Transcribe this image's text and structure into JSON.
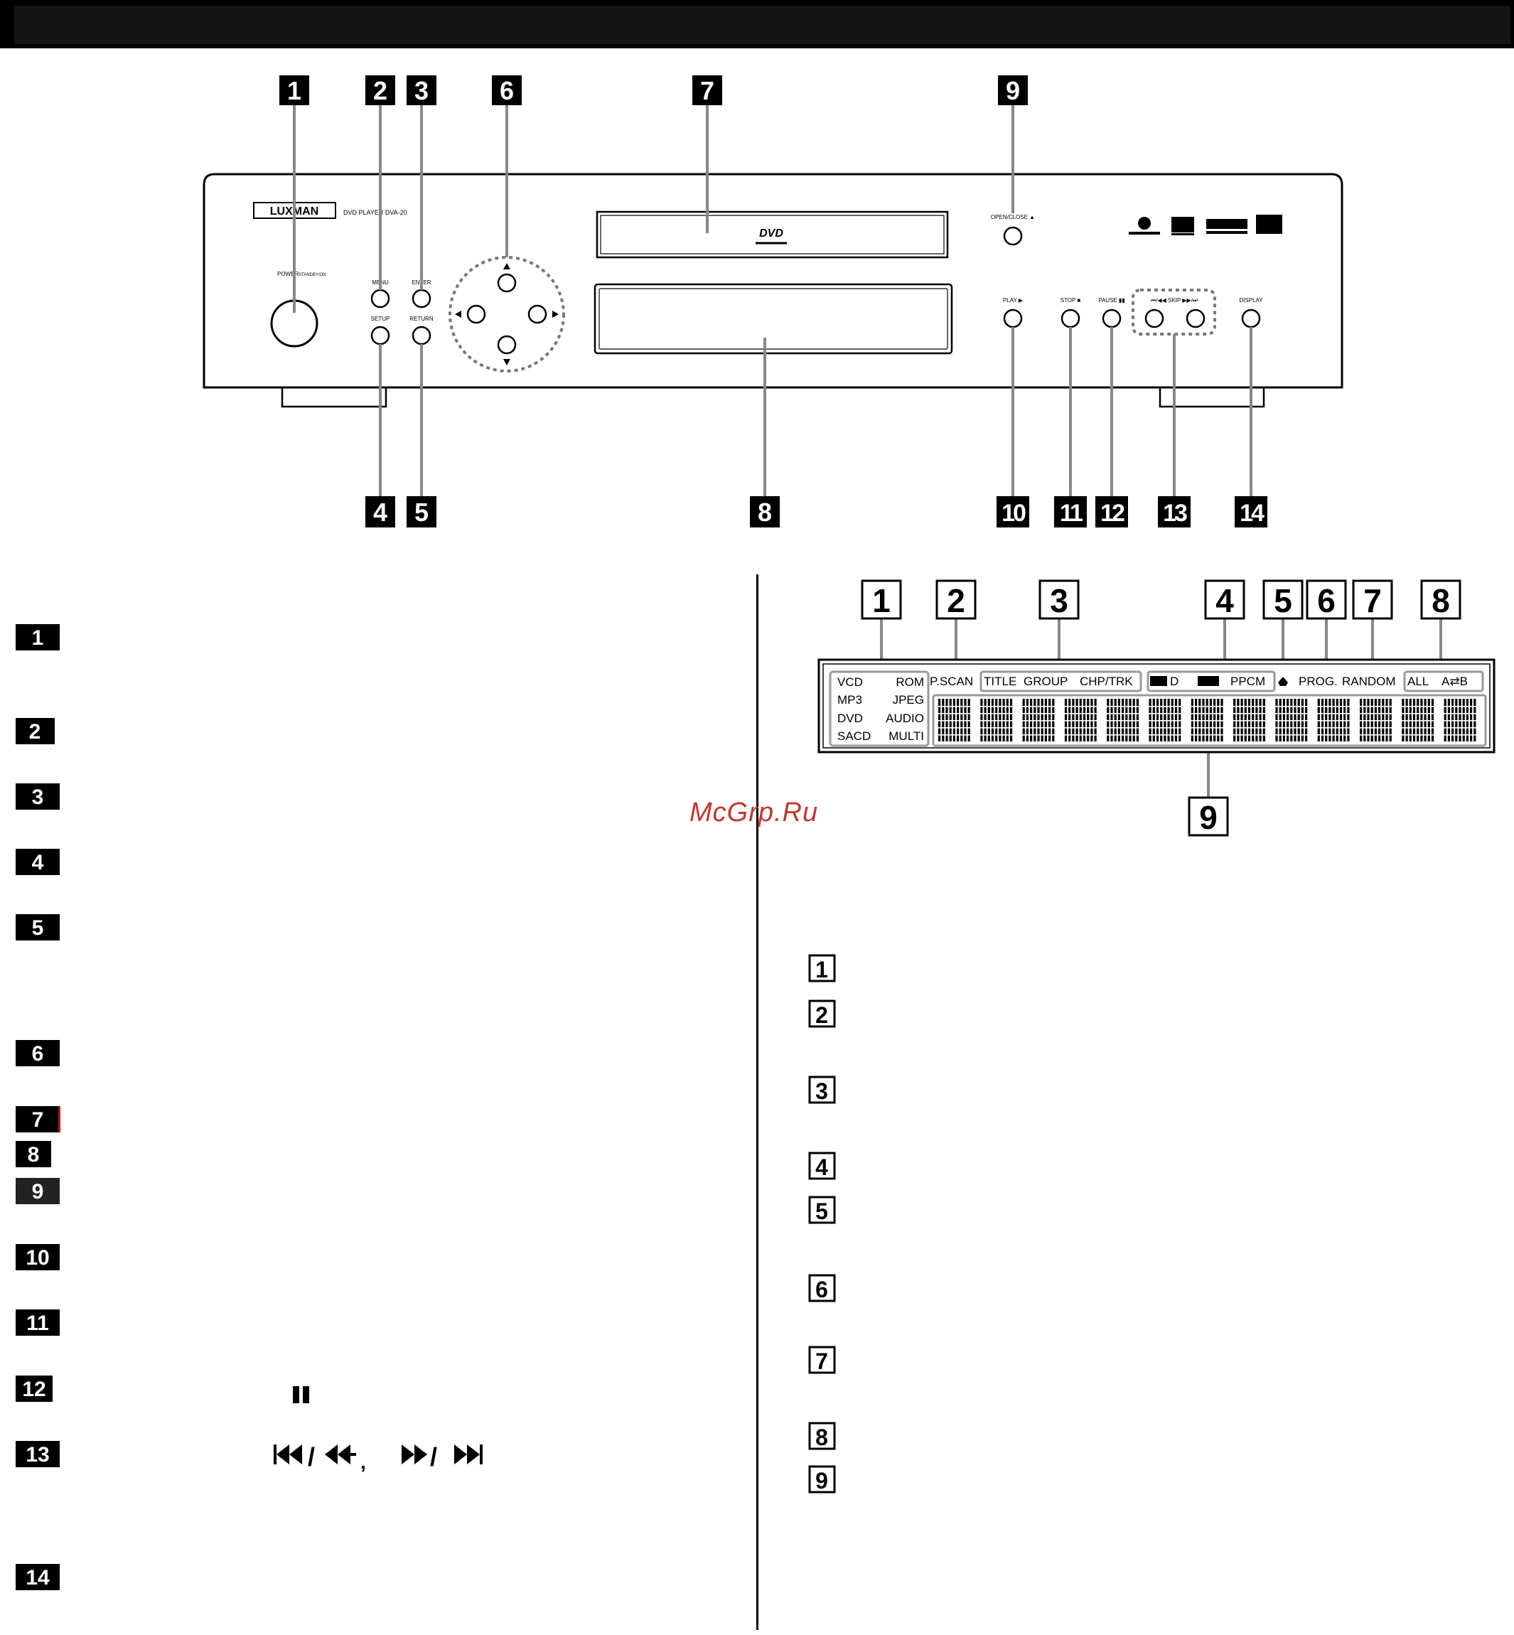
{
  "brand": "LUXMAN",
  "model": "DVD PLAYER DVA-20",
  "front_panel": {
    "callouts": [
      "1",
      "2",
      "3",
      "4",
      "5",
      "6",
      "7",
      "8",
      "9",
      "10",
      "11",
      "12",
      "13",
      "14"
    ],
    "labels": {
      "power": "POWER",
      "standby": "STANDBY/ON",
      "menu": "MENU",
      "enter": "ENTER",
      "setup": "SETUP",
      "return": "RETURN",
      "open_close": "OPEN/CLOSE ▲",
      "play": "PLAY ▶",
      "stop": "STOP ■",
      "pause": "PAUSE ▮▮",
      "skip": "⏮/◀◀ SKIP ▶▶/⏭",
      "display": "DISPLAY",
      "dvd_logo": "DVD"
    }
  },
  "display_panel": {
    "callouts": [
      "1",
      "2",
      "3",
      "4",
      "5",
      "6",
      "7",
      "8",
      "9"
    ],
    "formats": [
      [
        "VCD",
        "ROM"
      ],
      [
        "MP3",
        "JPEG"
      ],
      [
        "DVD",
        "AUDIO"
      ],
      [
        "SACD",
        "MULTI"
      ]
    ],
    "indicators": {
      "pscan": "P.SCAN",
      "title": "TITLE",
      "group": "GROUP",
      "chptrk": "CHP/TRK",
      "dolby_d": "D",
      "ppcm": "PPCM",
      "prog": "PROG.",
      "random": "RANDOM",
      "all": "ALL",
      "ab": "A⇄B"
    }
  },
  "left_list": [
    "1",
    "2",
    "3",
    "4",
    "5",
    "6",
    "7",
    "8",
    "9",
    "10",
    "11",
    "12",
    "13",
    "14"
  ],
  "right_list": [
    "1",
    "2",
    "3",
    "4",
    "5",
    "6",
    "7",
    "8",
    "9"
  ],
  "symbols": {
    "pause": "▮▮",
    "skip": "⏮◀ / ◀◀ , ▶▶ / ▶⏭"
  },
  "watermark": "McGrp.Ru"
}
